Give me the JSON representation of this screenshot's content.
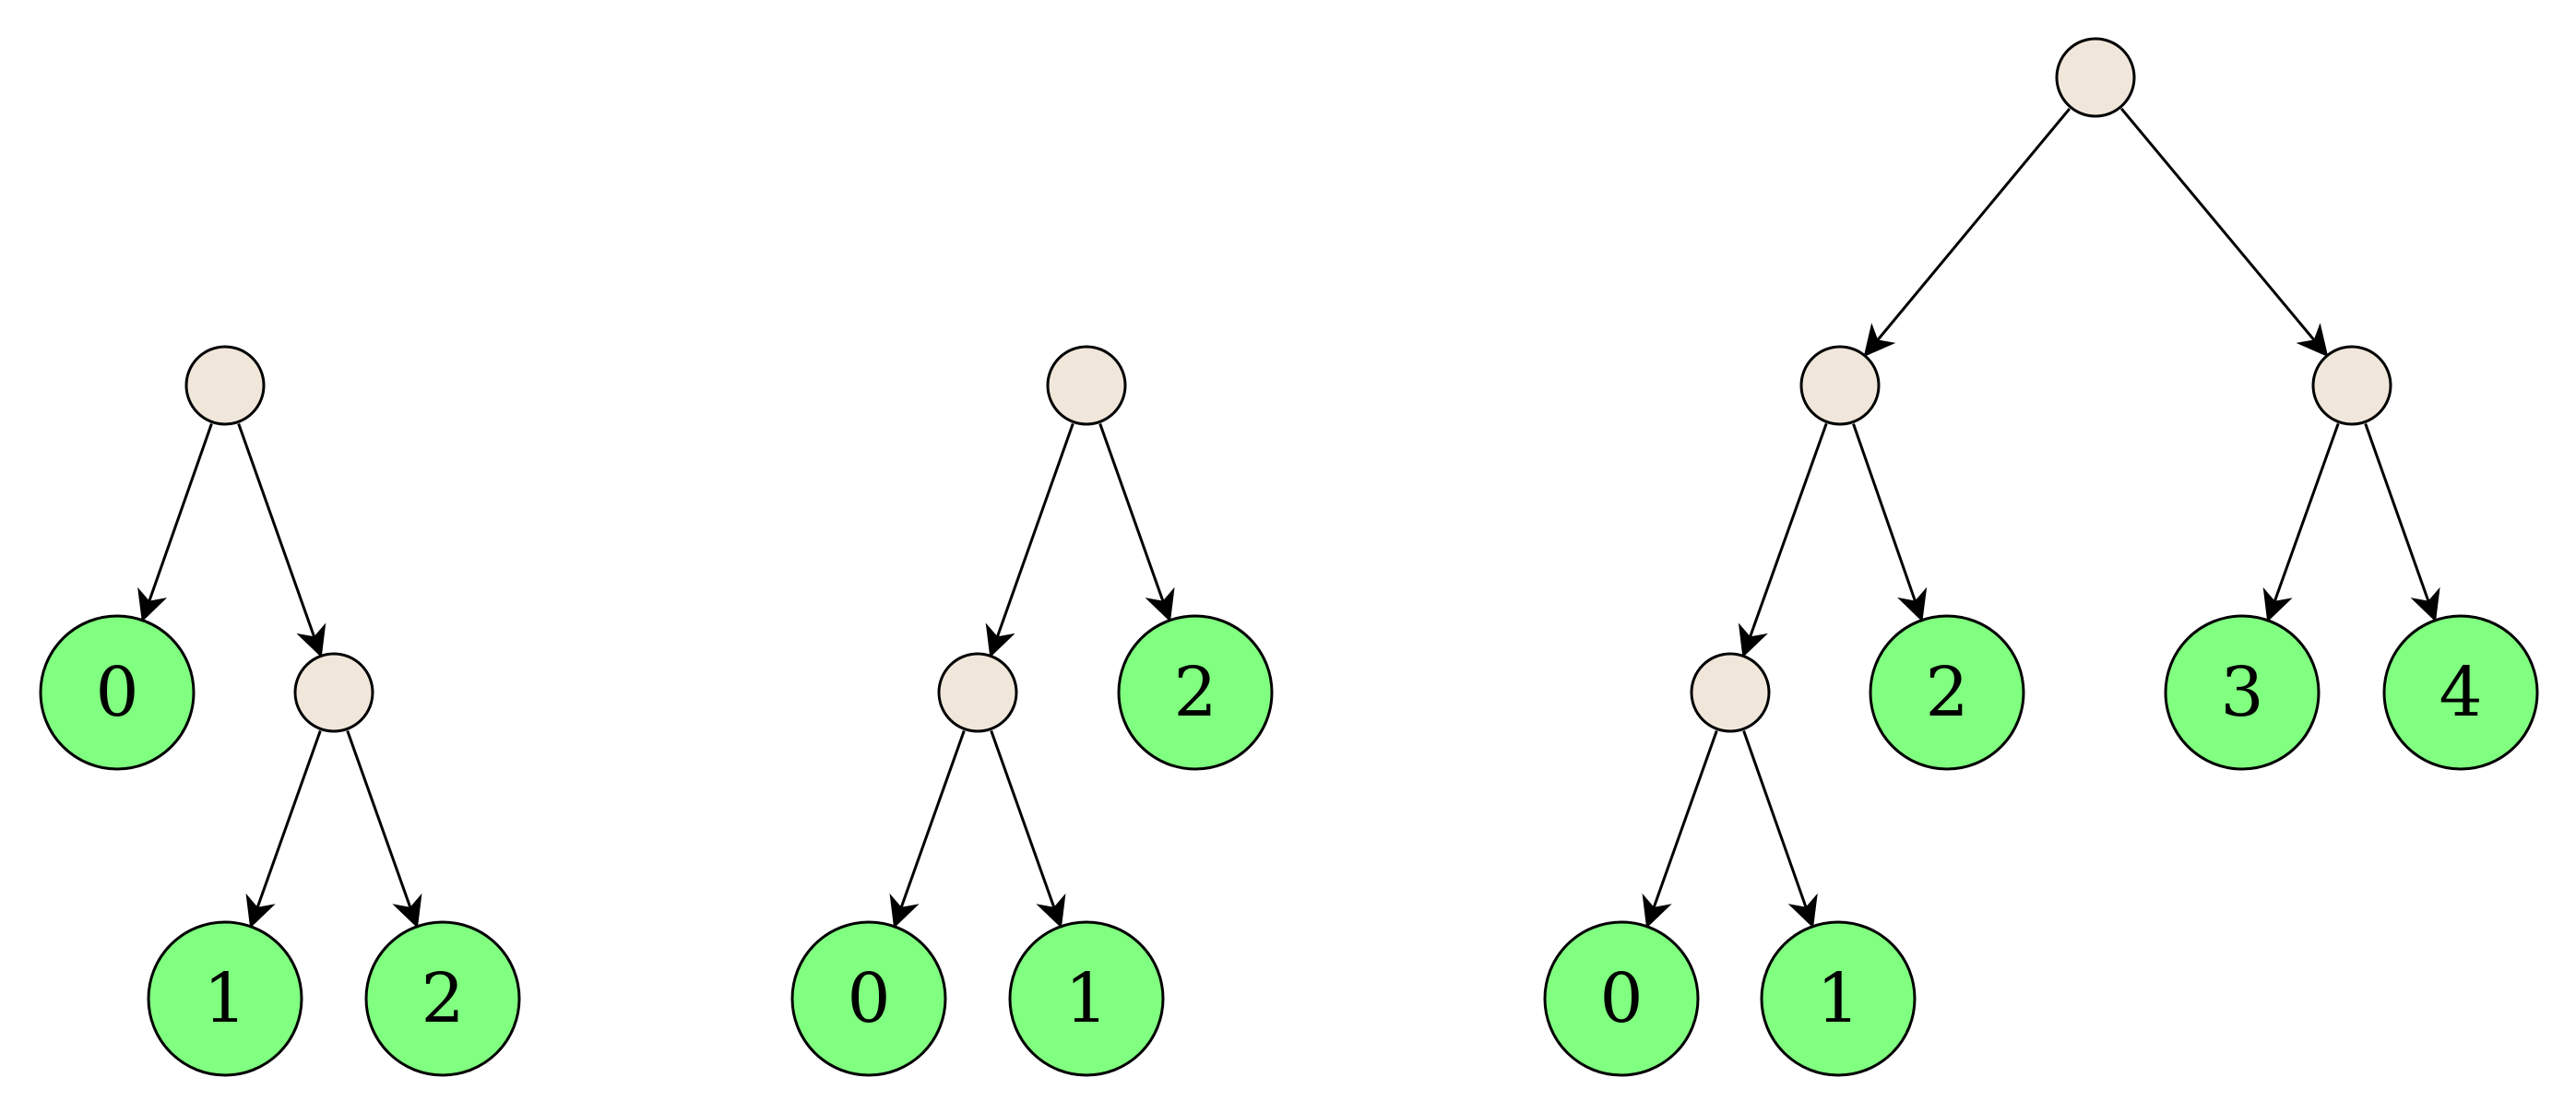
{
  "colors": {
    "internal_node": "#f0e6da",
    "leaf_node": "#80ff80",
    "stroke": "#000000"
  },
  "trees": [
    {
      "id": "tree-1",
      "root": {
        "children": [
          {
            "label": "0"
          },
          {
            "children": [
              {
                "label": "1"
              },
              {
                "label": "2"
              }
            ]
          }
        ]
      }
    },
    {
      "id": "tree-2",
      "root": {
        "children": [
          {
            "children": [
              {
                "label": "0"
              },
              {
                "label": "1"
              }
            ]
          },
          {
            "label": "2"
          }
        ]
      }
    },
    {
      "id": "tree-3",
      "root": {
        "children": [
          {
            "children": [
              {
                "children": [
                  {
                    "label": "0"
                  },
                  {
                    "label": "1"
                  }
                ]
              },
              {
                "label": "2"
              }
            ]
          },
          {
            "children": [
              {
                "label": "3"
              },
              {
                "label": "4"
              }
            ]
          }
        ]
      }
    }
  ]
}
